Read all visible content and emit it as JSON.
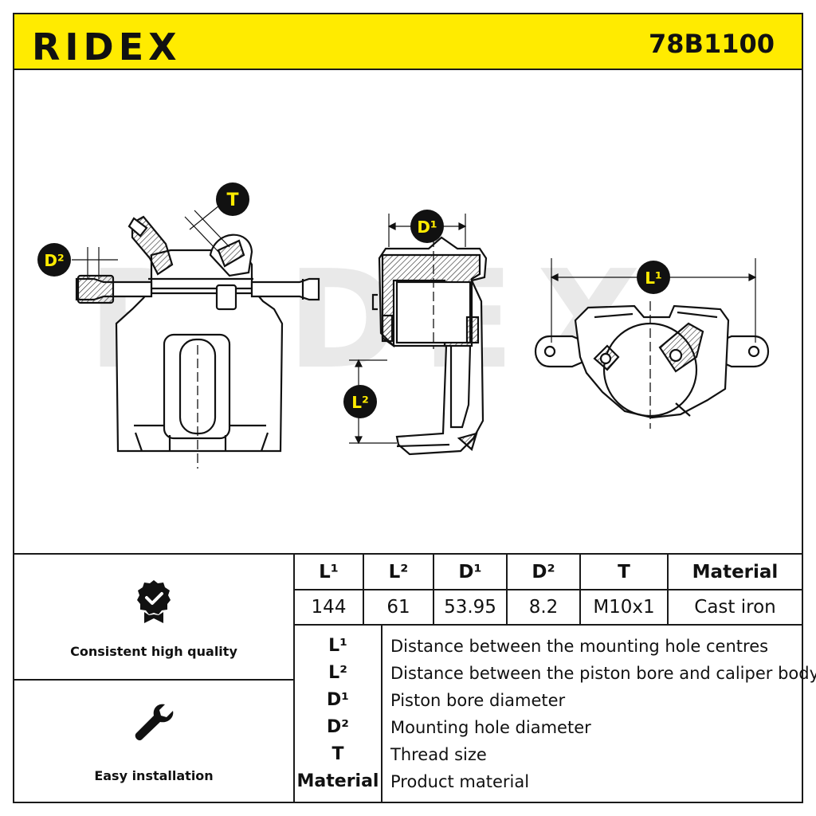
{
  "header": {
    "brand": "RIDEX",
    "part_number": "78B1100",
    "background_color": "#ffeb00"
  },
  "drawing": {
    "callouts": {
      "d2": "D²",
      "t": "T",
      "d1": "D¹",
      "l2": "L²",
      "l1": "L¹"
    },
    "watermark": "RIDEX"
  },
  "features": [
    {
      "icon": "quality-badge-icon",
      "label": "Consistent high quality"
    },
    {
      "icon": "wrench-icon",
      "label": "Easy installation"
    }
  ],
  "spec_table": {
    "headers": [
      "L¹",
      "L²",
      "D¹",
      "D²",
      "T",
      "Material"
    ],
    "values": [
      "144",
      "61",
      "53.95",
      "8.2",
      "M10x1",
      "Cast iron"
    ]
  },
  "legend": [
    {
      "key": "L¹",
      "desc": "Distance between the mounting hole centres"
    },
    {
      "key": "L²",
      "desc": "Distance between the piston bore and caliper body"
    },
    {
      "key": "D¹",
      "desc": "Piston bore diameter"
    },
    {
      "key": "D²",
      "desc": "Mounting hole diameter"
    },
    {
      "key": "T",
      "desc": "Thread size"
    },
    {
      "key": "Material",
      "desc": "Product material"
    }
  ]
}
